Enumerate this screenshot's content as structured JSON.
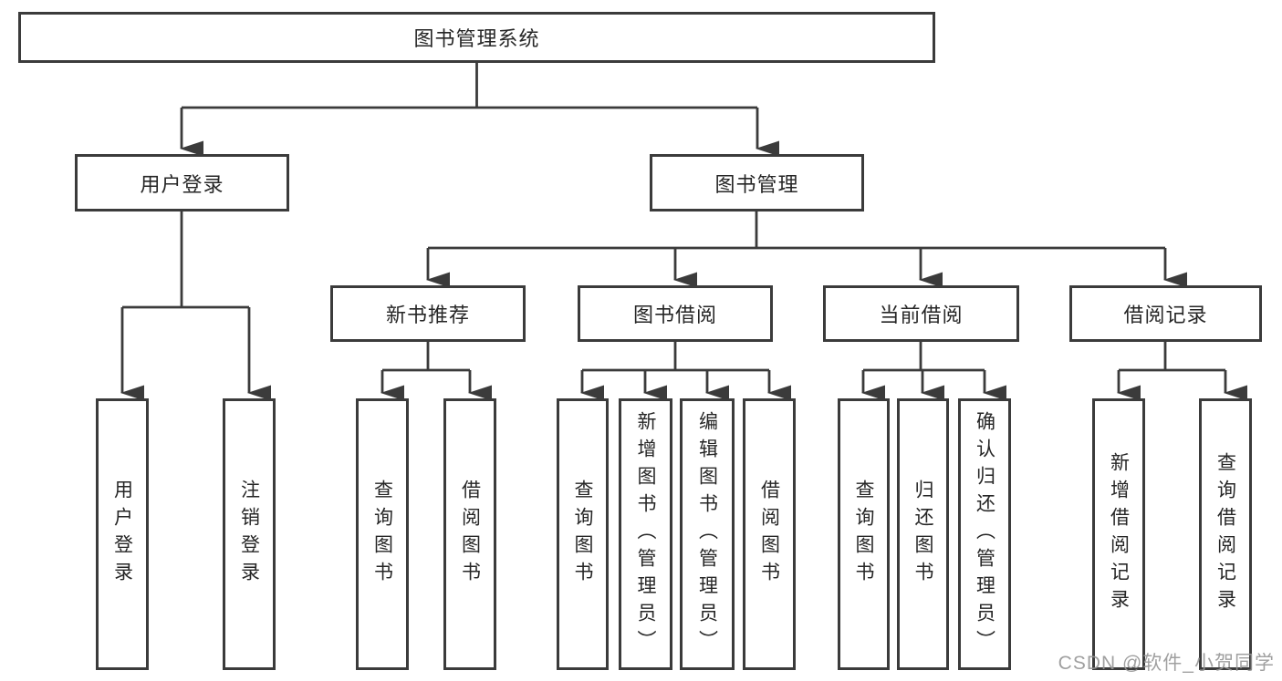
{
  "diagram": {
    "root": {
      "label": "图书管理系统"
    },
    "level2": {
      "user_login": {
        "label": "用户登录"
      },
      "book_management": {
        "label": "图书管理"
      }
    },
    "level3": {
      "new_book_recommend": {
        "label": "新书推荐"
      },
      "book_borrow": {
        "label": "图书借阅"
      },
      "current_borrow": {
        "label": "当前借阅"
      },
      "borrow_records": {
        "label": "借阅记录"
      }
    },
    "level4": {
      "user": [
        "用户登录",
        "注销登录"
      ],
      "recommend": [
        "查询图书",
        "借阅图书"
      ],
      "borrow": [
        "查询图书",
        "新增图书（管理员）",
        "编辑图书（管理员）",
        "借阅图书"
      ],
      "current": [
        "查询图书",
        "归还图书",
        "确认归还（管理员）"
      ],
      "records": [
        "新增借阅记录",
        "查询借阅记录"
      ]
    }
  },
  "watermark": {
    "text": "CSDN @软件_小贺同学"
  },
  "colors": {
    "line": "#3b3b3b",
    "box_border": "#3b3b3b",
    "text": "#262626",
    "watermark": "#969696",
    "background": "#ffffff"
  }
}
